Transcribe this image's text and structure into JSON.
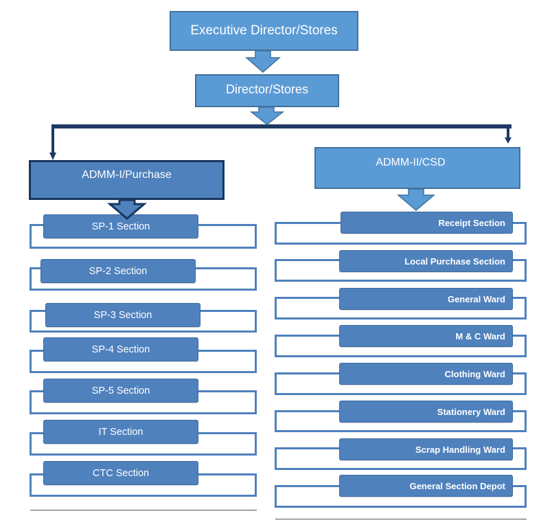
{
  "top": {
    "executive": "Executive Director/Stores",
    "director": "Director/Stores"
  },
  "left": {
    "head": "ADMM-I/Purchase",
    "sections": [
      "SP-1 Section",
      "SP-2 Section",
      "SP-3 Section",
      "SP-4 Section",
      "SP-5 Section",
      "IT Section",
      "CTC Section"
    ]
  },
  "right": {
    "head": "ADMM-II/CSD",
    "sections": [
      "Receipt Section",
      "Local Purchase Section",
      "General Ward",
      "M & C Ward",
      "Clothing Ward",
      "Stationery Ward",
      "Scrap Handling Ward",
      "General Section Depot"
    ]
  },
  "colors": {
    "box": "#5b9bd5",
    "pill": "#4f81bd",
    "connector": "#1f3864"
  }
}
